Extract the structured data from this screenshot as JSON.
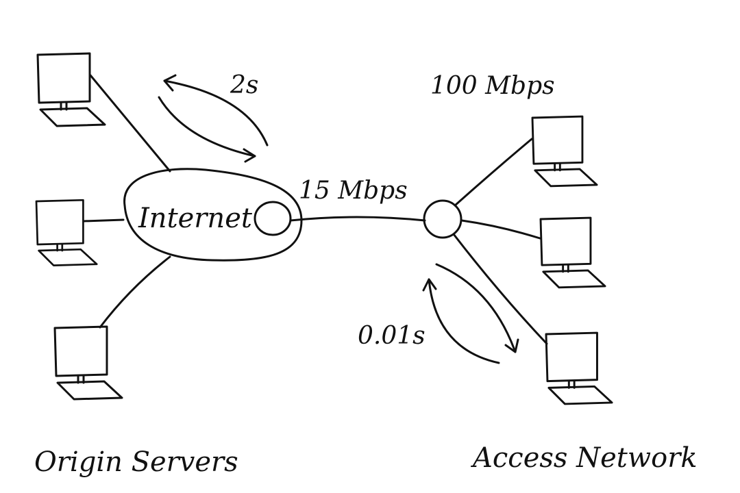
{
  "labels": {
    "internet": "Internet",
    "link_bandwidth": "15 Mbps",
    "access_bandwidth": "100 Mbps",
    "origin_rtt": "2s",
    "access_rtt": "0.01s",
    "origin_group": "Origin Servers",
    "access_group": "Access Network"
  },
  "colors": {
    "ink": "#111111",
    "background": "#ffffff"
  }
}
